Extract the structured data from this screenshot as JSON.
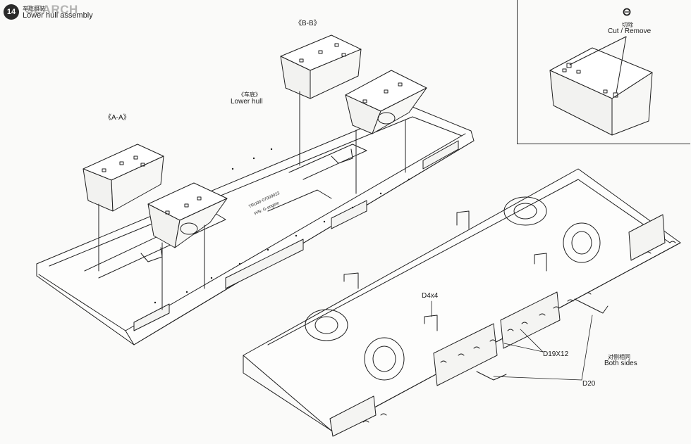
{
  "step": {
    "number": "14",
    "title_zh": "车底组装",
    "title_en": "Lower hull assembly"
  },
  "watermark": "SEARCH",
  "labels": {
    "section_aa": "《A-A》",
    "section_bb": "《B-B》",
    "lower_hull_zh": "《车底》",
    "lower_hull_en": "Lower hull",
    "cut_remove_zh": "切除",
    "cut_remove_en": "Cut / Remove",
    "part_d4": "D4x4",
    "part_d19": "D19X12",
    "part_d20": "D20",
    "both_sides_zh": "对侧相同",
    "both_sides_en": "Both sides",
    "hull_stamp_1": "TRU00-07009022",
    "hull_stamp_2": "P/N: G-engine"
  },
  "icons": [
    "cut-icon"
  ],
  "colors": {
    "line": "#1f1f1f",
    "paper": "#fafaf9",
    "badge": "#2b2b2b"
  }
}
